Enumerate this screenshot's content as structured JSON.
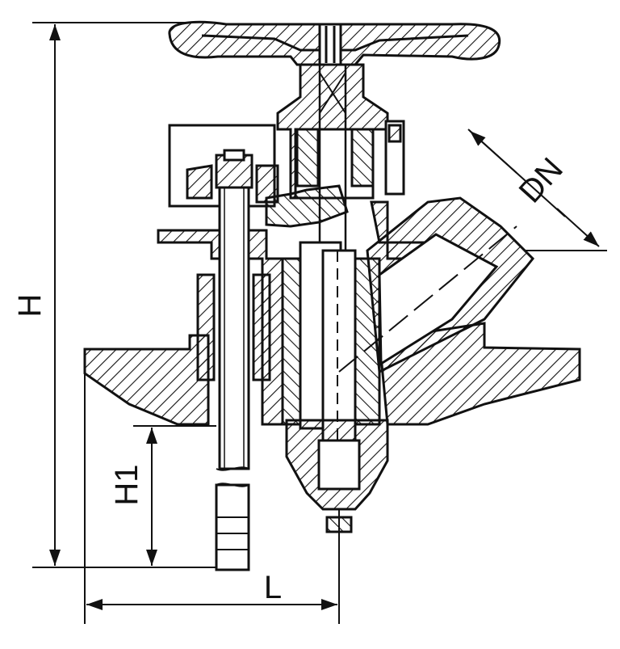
{
  "dimensions": {
    "height_total": "H",
    "height_h1": "H1",
    "length": "L",
    "nominal_diameter": "DN"
  },
  "colors": {
    "ink": "#111111",
    "paper": "#ffffff"
  }
}
